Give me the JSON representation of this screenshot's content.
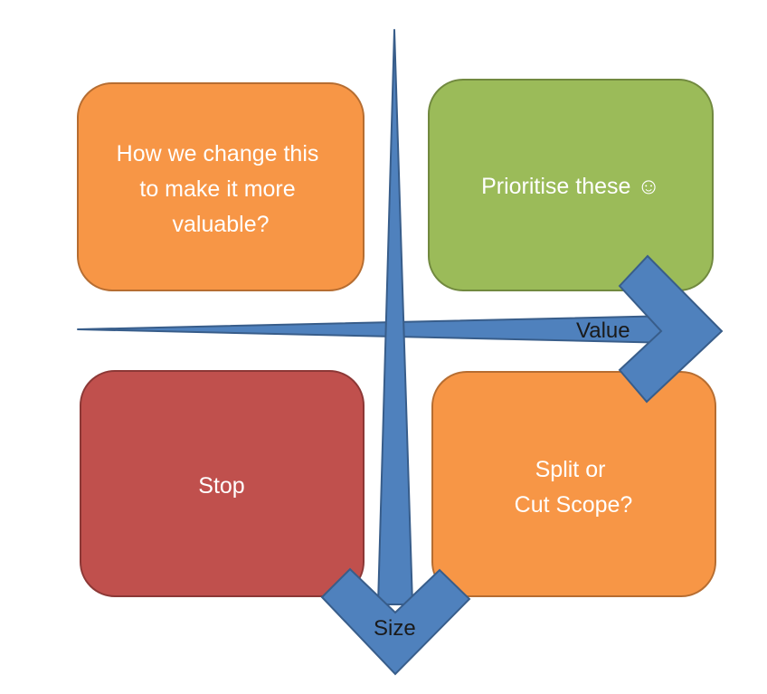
{
  "quadrants": {
    "top_left": {
      "lines": [
        "How we change this",
        "to make it more",
        "valuable?"
      ],
      "fill": "#F79646",
      "stroke": "#B66D31"
    },
    "top_right": {
      "lines": [
        "Prioritise these ☺"
      ],
      "fill": "#9BBB59",
      "stroke": "#71893F"
    },
    "bottom_left": {
      "lines": [
        "Stop"
      ],
      "fill": "#C0504D",
      "stroke": "#8C3836"
    },
    "bottom_right": {
      "lines": [
        "Split or",
        "Cut Scope?"
      ],
      "fill": "#F79646",
      "stroke": "#B66D31"
    }
  },
  "axes": {
    "horizontal": {
      "label": "Value"
    },
    "vertical": {
      "label": "Size"
    },
    "fill": "#4F81BD",
    "stroke": "#385D8A"
  }
}
